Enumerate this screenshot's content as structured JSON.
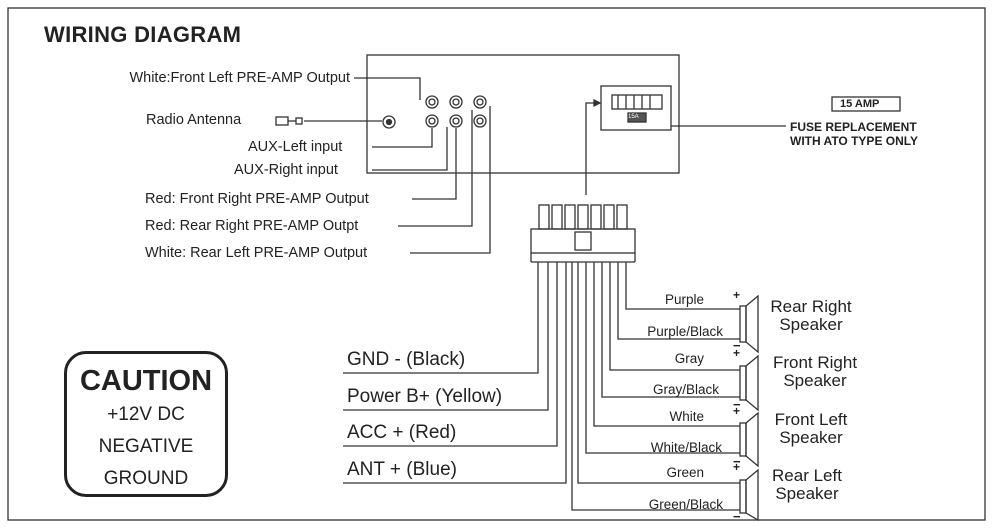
{
  "title": "WIRING DIAGRAM",
  "left_labels": {
    "white_front_left": "White:Front Left PRE-AMP Output",
    "radio_antenna": "Radio Antenna",
    "aux_left": "AUX-Left input",
    "aux_right": "AUX-Right input",
    "red_front_right": "Red: Front Right PRE-AMP Output",
    "red_rear_right": "Red: Rear Right PRE-AMP Outpt",
    "white_rear_left": "White: Rear Left PRE-AMP Output"
  },
  "fuse": {
    "amp": "15 AMP",
    "note_line1": "FUSE REPLACEMENT",
    "note_line2": "WITH ATO TYPE ONLY",
    "small_label": "15A"
  },
  "power_wires": [
    {
      "label": "GND - (Black)"
    },
    {
      "label": "Power B+ (Yellow)"
    },
    {
      "label": "ACC + (Red)"
    },
    {
      "label": "ANT +  (Blue)"
    }
  ],
  "speakers": [
    {
      "name_line1": "Rear Right",
      "name_line2": "Speaker",
      "plus": "Purple",
      "minus": "Purple/Black"
    },
    {
      "name_line1": "Front Right",
      "name_line2": "Speaker",
      "plus": "Gray",
      "minus": "Gray/Black"
    },
    {
      "name_line1": "Front Left",
      "name_line2": "Speaker",
      "plus": "White",
      "minus": "White/Black"
    },
    {
      "name_line1": "Rear Left",
      "name_line2": "Speaker",
      "plus": "Green",
      "minus": "Green/Black"
    }
  ],
  "caution": {
    "heading": "CAUTION",
    "line1": "+12V DC",
    "line2": "NEGATIVE",
    "line3": "GROUND"
  },
  "polarity": {
    "plus": "+",
    "minus": "−"
  }
}
